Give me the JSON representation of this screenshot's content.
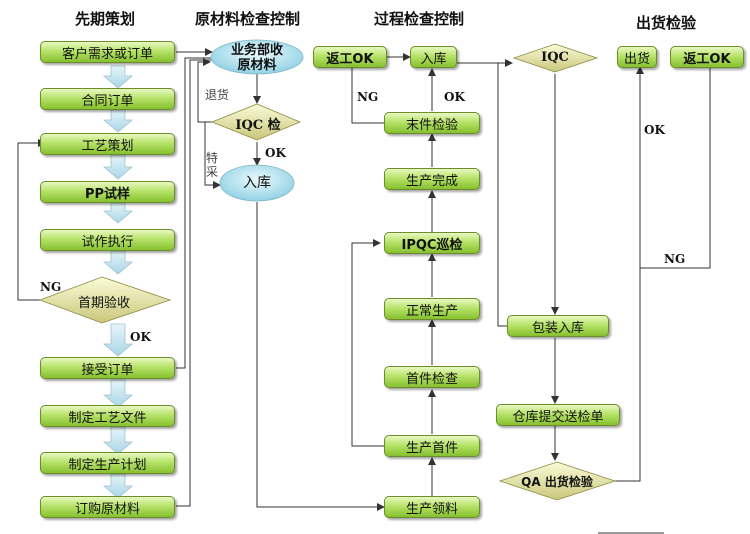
{
  "columns": {
    "planning": "先期策划",
    "material": "原材料检查控制",
    "process": "过程检查控制",
    "shipping": "出货检验"
  },
  "planning": {
    "customer_demand": "客户需求或订单",
    "contract_order": "合同订单",
    "process_planning": "工艺策划",
    "pp_sample": "PP试样",
    "trial_run": "试作执行",
    "initial_acceptance": "首期验收",
    "accept_order": "接受订单",
    "make_process_docs": "制定工艺文件",
    "make_production_plan": "制定生产计划",
    "purchase_materials": "订购原材料"
  },
  "material": {
    "receive": "业务部收原材料",
    "receive_line1": "业务部收",
    "receive_line2": "原材料",
    "iqc_check": "IQC 检",
    "warehouse_in": "入库",
    "return_goods": "退货",
    "special_purchase": "特采"
  },
  "process": {
    "rework": "返工OK",
    "warehouse_in": "入库",
    "iqc": "IQC",
    "final_inspection": "末件检验",
    "production_complete": "生产完成",
    "ipqc_patrol": "IPQC巡检",
    "normal_production": "正常生产",
    "first_article_check": "首件检查",
    "first_article": "生产首件",
    "material_requisition": "生产领料",
    "packing_storage": "包装入库",
    "warehouse_submit": "仓库提交送检单",
    "qa_inspection": "QA 出货检验"
  },
  "shipping": {
    "ship": "出货",
    "rework": "返工OK"
  },
  "labels": {
    "ng": "NG",
    "ok": "OK"
  }
}
